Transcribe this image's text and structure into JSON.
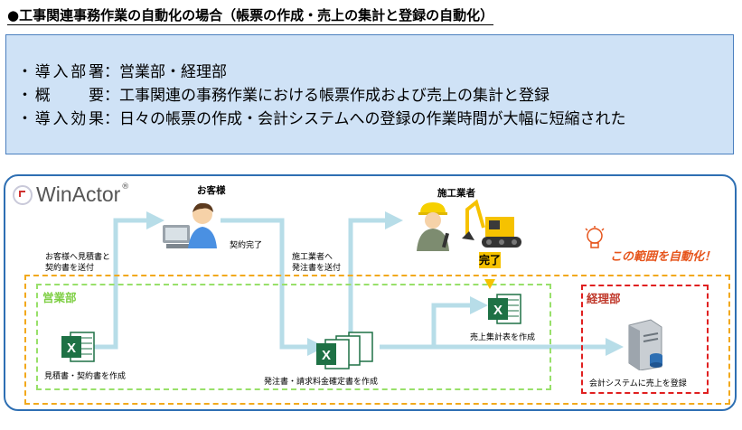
{
  "title": "●工事関連事務作業の自動化の場合（帳票の作成・売上の集計と登録の自動化）",
  "info": [
    {
      "label": "・導入部署",
      "sep": "：",
      "value": "営業部・経理部"
    },
    {
      "label": "・概　　要",
      "sep": "：",
      "value": "工事関連の事務作業における帳票作成および売上の集計と登録"
    },
    {
      "label": "・導入効果",
      "sep": "：",
      "value": "日々の帳票の作成・会計システムへの登録の作業時間が大幅に短縮された"
    }
  ],
  "logo": "WinActor",
  "logo_mark": "®",
  "actors": {
    "customer": "お客様",
    "contractor": "施工業者"
  },
  "sections": {
    "sales": "営業部",
    "accounting": "経理部"
  },
  "steps": {
    "send_to_customer_1": "お客様へ見積書と",
    "send_to_customer_2": "契約書を送付",
    "contract_done": "契約完了",
    "send_to_contractor_1": "施工業者へ",
    "send_to_contractor_2": "発注書を送付",
    "create_estimate": "見積書・契約書を作成",
    "create_order": "発注書・請求料金確定書を作成",
    "create_sales_summary": "売上集計表を作成",
    "register_sales": "会計システムに売上を登録",
    "completed": "完了"
  },
  "callout": "この範囲を自動化！",
  "colors": {
    "info_bg": "#cfe2f6",
    "frame": "#2e6fb3",
    "arrow": "#b7dde8",
    "scope": "#f2a91c",
    "sales": "#98e06a",
    "accounting": "#e02020",
    "excel": "#1e7145",
    "callout": "#e6541b"
  }
}
